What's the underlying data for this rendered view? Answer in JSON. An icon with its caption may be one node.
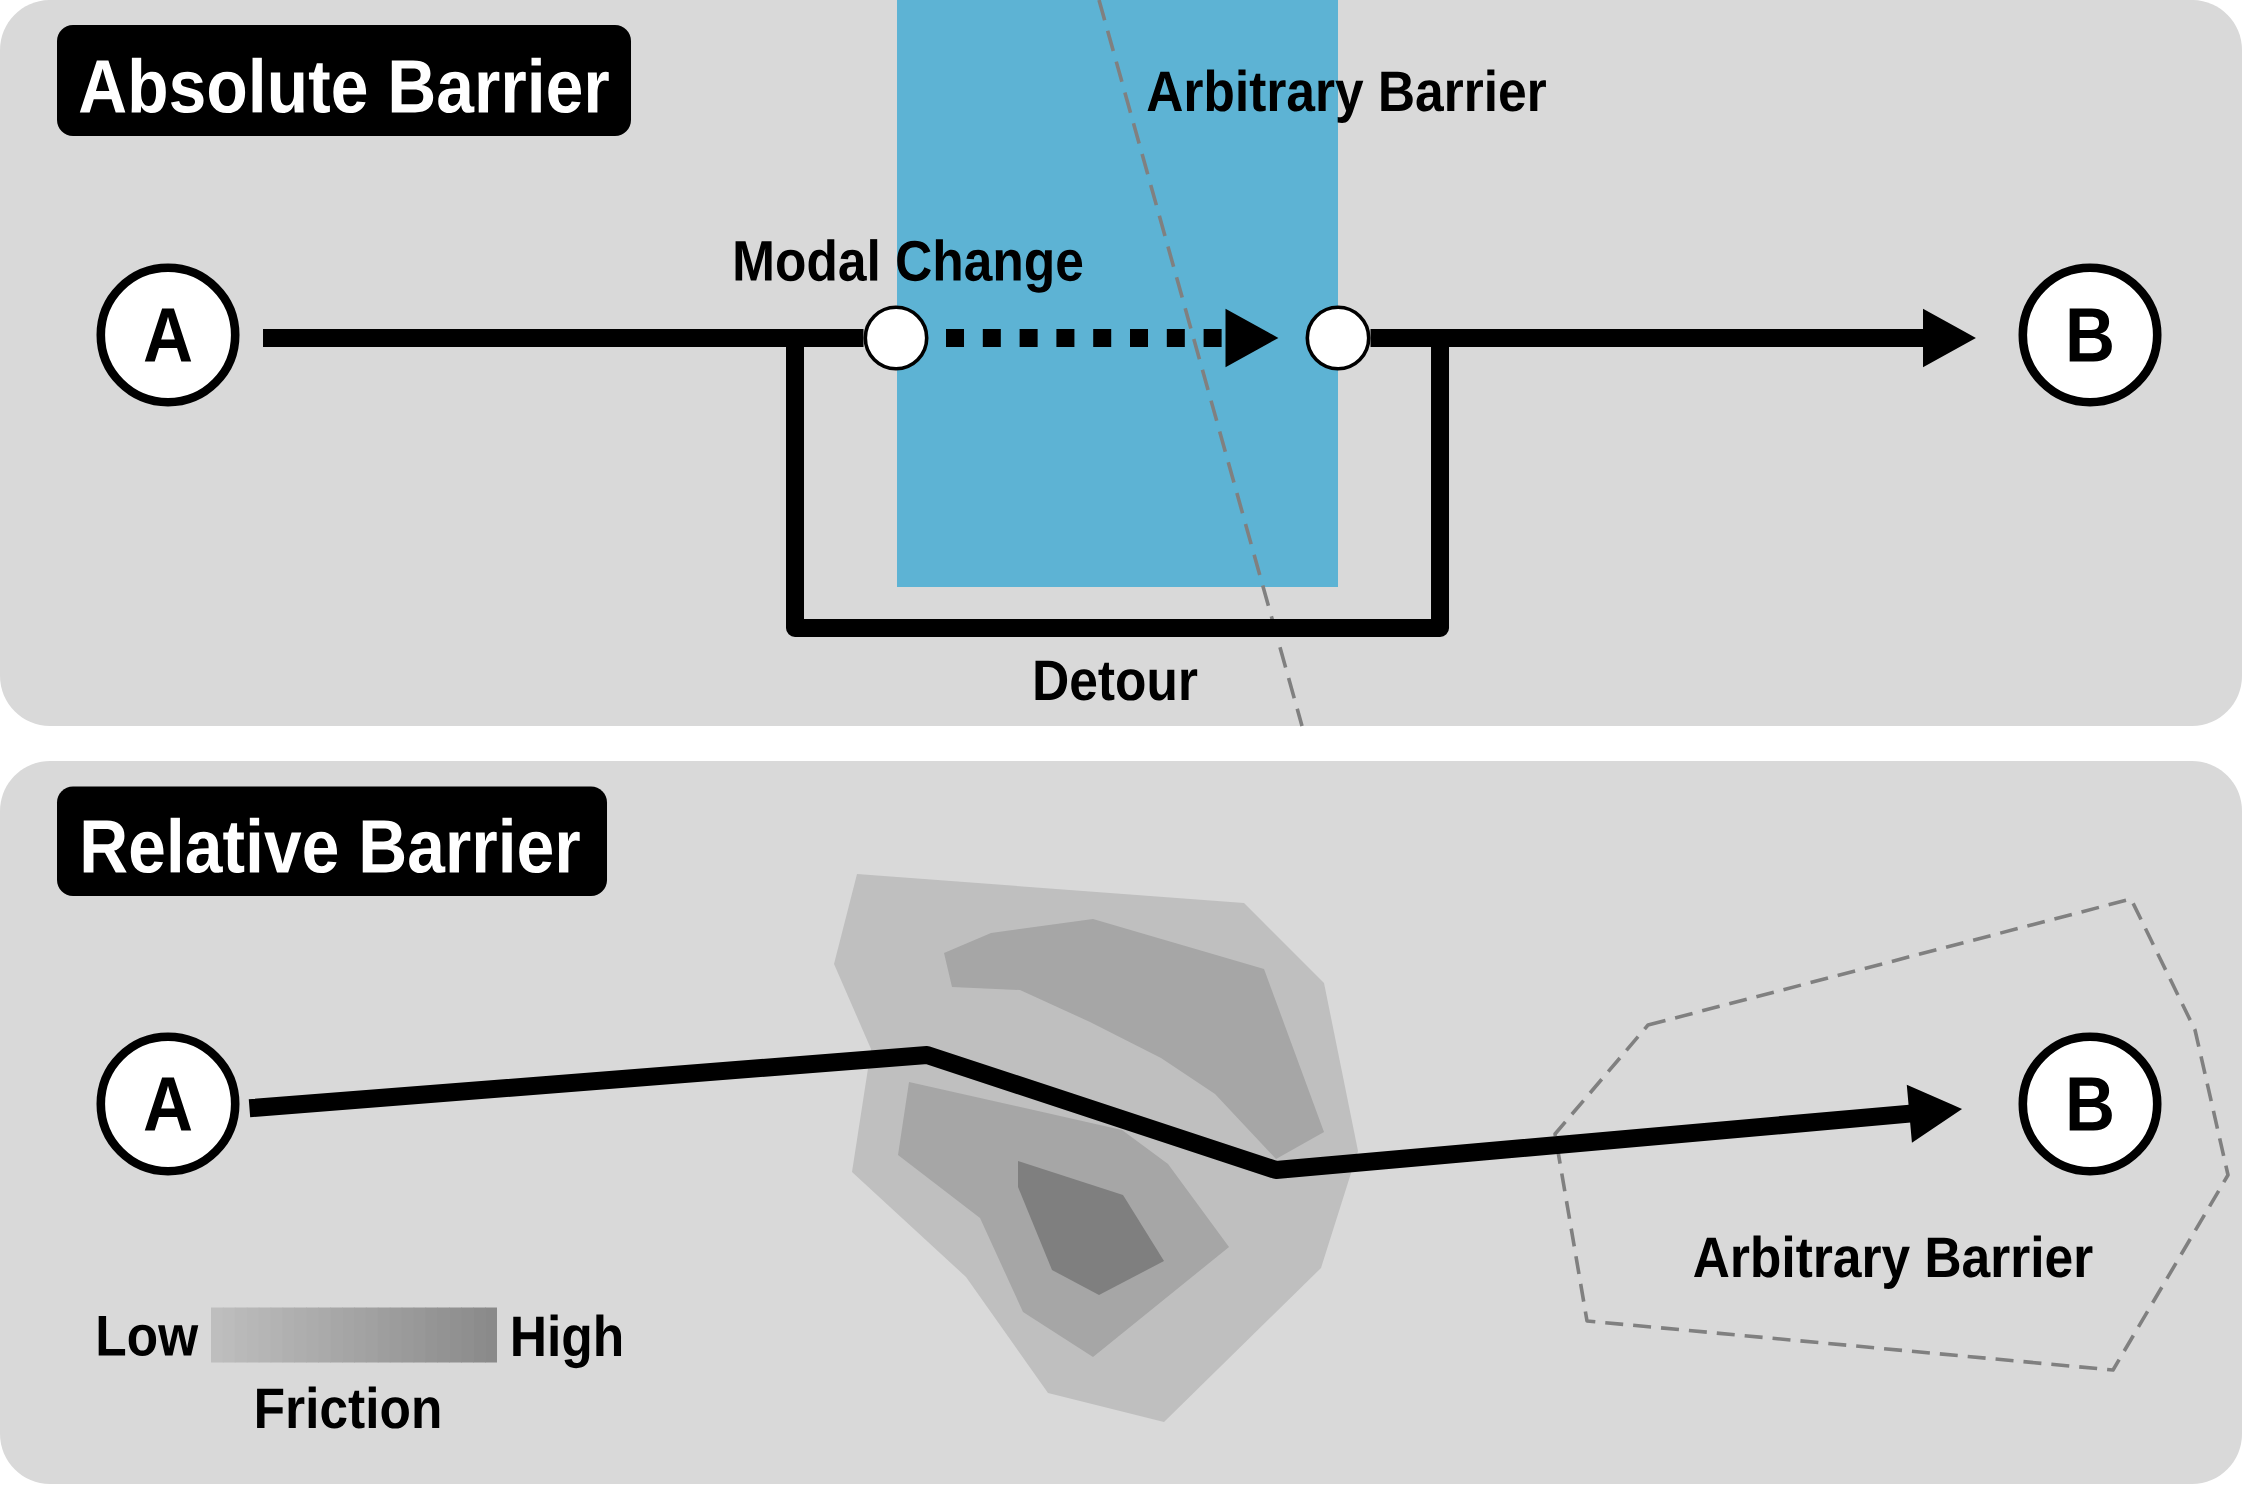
{
  "diagram": {
    "nodes": [
      {
        "text": [
          "Absolute Barrier"
        ]
      },
      {
        "text": [
          "A"
        ],
        "in": 0
      },
      {
        "text": [],
        "shape": "circle",
        "in": 0
      },
      {
        "text": [],
        "shape": "circle",
        "in": 0
      },
      {
        "text": [
          "B"
        ],
        "in": 0
      },
      {
        "text": [
          "Relative Barrier"
        ]
      },
      {
        "text": [
          "A"
        ],
        "in": 5
      },
      {
        "text": [
          "Arbitrary Barrier"
        ],
        "in": 5
      },
      {
        "text": [
          "B"
        ],
        "in": 7
      }
    ],
    "edges": [
      {
        "from": 1,
        "to": 2,
        "arrow": "none"
      },
      {
        "from": 2,
        "to": 3,
        "arrow": "to",
        "style": "dashed",
        "label": "Modal Change"
      },
      {
        "from": 3,
        "to": 4,
        "arrow": "to"
      },
      {
        "from": 1,
        "to": 4,
        "arrow": "to",
        "label": "Detour"
      },
      {
        "from": 6,
        "to": 8,
        "arrow": "to"
      }
    ],
    "labels": [
      "Arbitrary Barrier",
      "Low",
      "High",
      "Friction"
    ]
  }
}
